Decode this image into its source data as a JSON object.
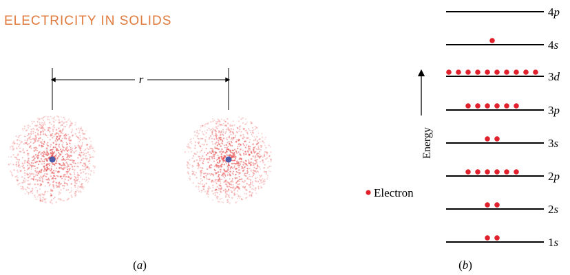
{
  "header": {
    "title": "ELECTRICITY IN SOLIDS",
    "color": "#e07a3c"
  },
  "panel_a": {
    "distance_label": "r",
    "caption_open": "(",
    "caption_letter": "a",
    "caption_close": ")",
    "nucleus_color": "#4a5aa8",
    "cloud_color": "#e85a5a"
  },
  "panel_b": {
    "axis_label": "Energy",
    "legend_label": "Electron",
    "electron_color": "#e0202a",
    "caption_open": "(",
    "caption_letter": "b",
    "caption_close": ")",
    "levels": [
      {
        "n": "4",
        "l": "p",
        "electrons": 0
      },
      {
        "n": "4",
        "l": "s",
        "electrons": 1
      },
      {
        "n": "3",
        "l": "d",
        "electrons": 10
      },
      {
        "n": "3",
        "l": "p",
        "electrons": 6
      },
      {
        "n": "3",
        "l": "s",
        "electrons": 2
      },
      {
        "n": "2",
        "l": "p",
        "electrons": 6
      },
      {
        "n": "2",
        "l": "s",
        "electrons": 2
      },
      {
        "n": "1",
        "l": "s",
        "electrons": 2
      }
    ]
  }
}
